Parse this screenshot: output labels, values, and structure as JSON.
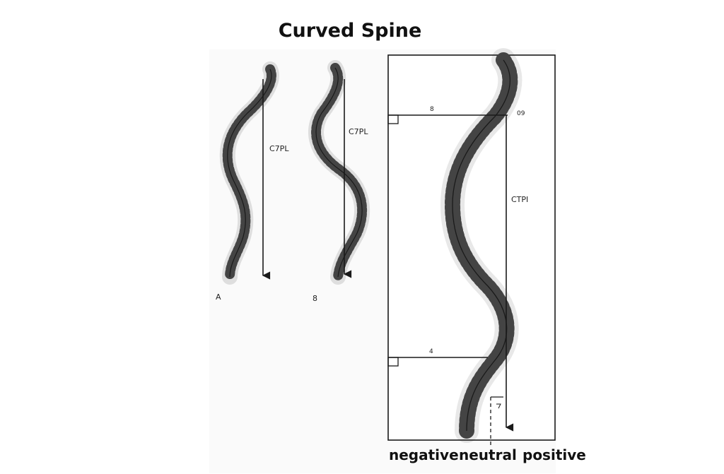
{
  "title": "Curved Spine",
  "panel_a": {
    "letter": "A",
    "line_label": "C7PL"
  },
  "panel_b": {
    "letter": "8",
    "line_label": "C7PL"
  },
  "panel_c": {
    "line_label": "CTPI",
    "top_offset_label": "8",
    "top_corner_label": "09",
    "bottom_offset_label": "4"
  },
  "scale": {
    "negative": "negative",
    "neutral": "neutral",
    "positive": "positive"
  },
  "colors": {
    "ink": "#1a1a1a",
    "bone": "#e6e6e6",
    "background": "#ffffff"
  }
}
